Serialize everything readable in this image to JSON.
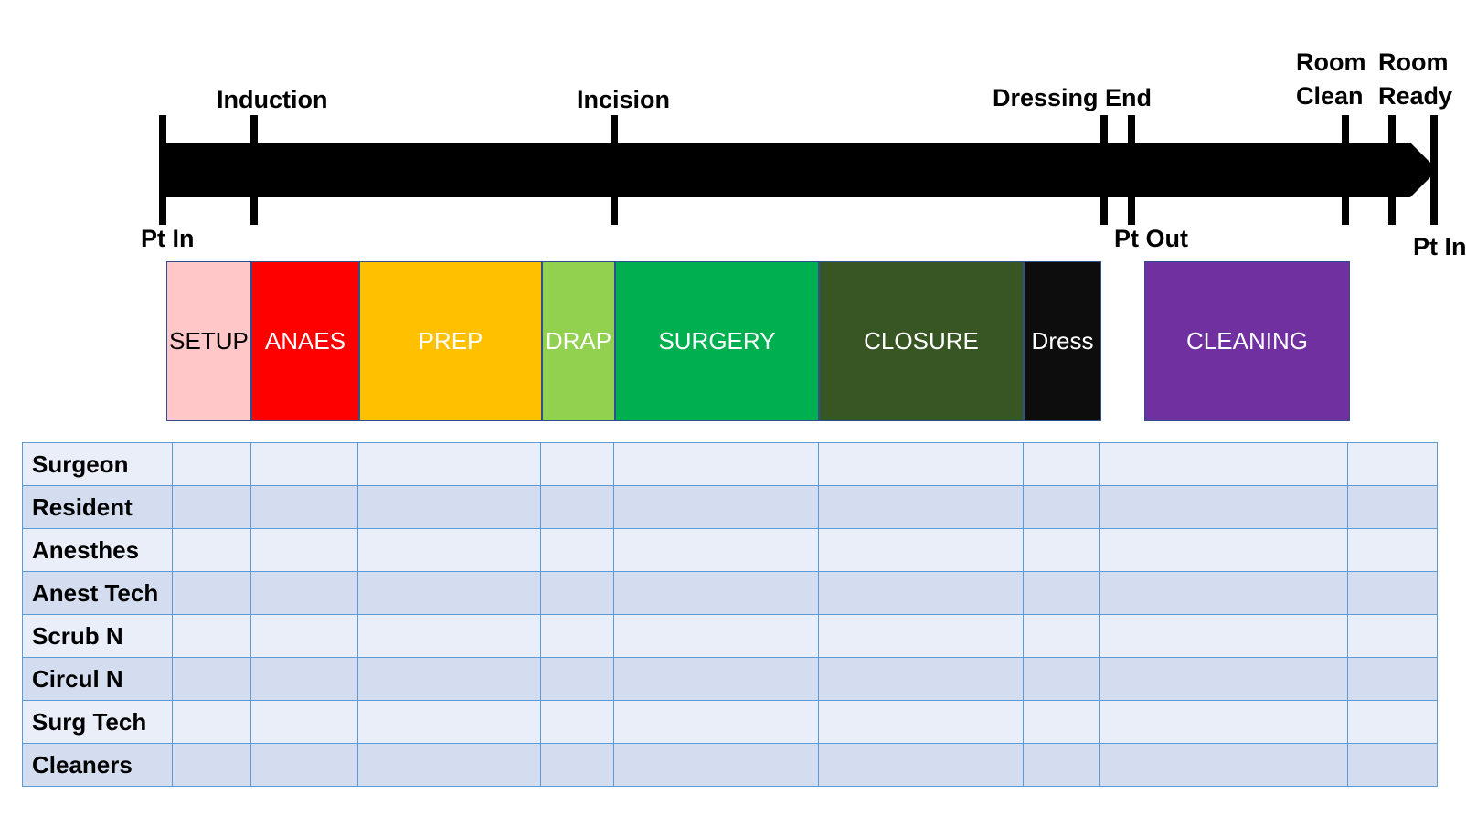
{
  "colors": {
    "arrow": "#000000",
    "table_row_light": "#e9eef8",
    "table_row_dark": "#d3ddef",
    "table_border": "#5b9bd5"
  },
  "timeline": {
    "markers_above": [
      {
        "id": "induction",
        "lines": [
          "Induction"
        ]
      },
      {
        "id": "incision",
        "lines": [
          "Incision"
        ]
      },
      {
        "id": "dressing-end",
        "lines": [
          "Dressing End"
        ]
      },
      {
        "id": "room-clean",
        "lines": [
          "Room",
          "Clean"
        ]
      },
      {
        "id": "room-ready",
        "lines": [
          "Room",
          "Ready"
        ]
      }
    ],
    "markers_below": [
      {
        "id": "pt-in-start",
        "lines": [
          "Pt In"
        ]
      },
      {
        "id": "pt-out",
        "lines": [
          "Pt Out"
        ]
      },
      {
        "id": "pt-in-end",
        "lines": [
          "Pt In"
        ]
      }
    ]
  },
  "phases": [
    {
      "label": "SETUP",
      "color": "#ffc7c7",
      "text_color": "#000000"
    },
    {
      "label": "ANAES",
      "color": "#ff0000",
      "text_color": "#ffffff"
    },
    {
      "label": "PREP",
      "color": "#ffc000",
      "text_color": "#ffffff"
    },
    {
      "label": "DRAP",
      "color": "#92d050",
      "text_color": "#ffffff"
    },
    {
      "label": "SURGERY",
      "color": "#00b050",
      "text_color": "#ffffff"
    },
    {
      "label": "CLOSURE",
      "color": "#375623",
      "text_color": "#ffffff"
    },
    {
      "label": "Dress",
      "color": "#0d0d0d",
      "text_color": "#ffffff"
    },
    {
      "label": "CLEANING",
      "color": "#7030a0",
      "text_color": "#ffffff"
    }
  ],
  "roles": [
    "Surgeon",
    "Resident",
    "Anesthes",
    "Anest Tech",
    "Scrub N",
    "Circul N",
    "Surg Tech",
    "Cleaners"
  ]
}
